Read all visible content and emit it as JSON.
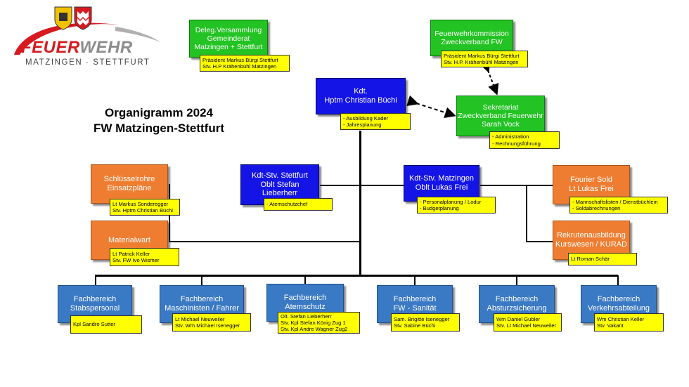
{
  "logo": {
    "brand": "FEUERWEHR",
    "brand_a": "FEUER",
    "brand_b": "WEHR",
    "sub": "MATZINGEN · STETTFURT"
  },
  "title": {
    "line1": "Organigramm 2024",
    "line2": "FW Matzingen-Stettfurt"
  },
  "deleg": {
    "lines": [
      "Deleg.Versammlung",
      "Gemeinderat",
      "Matzingen + Stettfurt"
    ],
    "notes": [
      "Präsident Markus Bürgi Stettfurt",
      "Stv. H.P Krähenbühl Matzingen"
    ]
  },
  "kommission": {
    "lines": [
      "Feuerwehrkommission",
      "Zweckverband FW"
    ],
    "notes": [
      "Präsident Markus Bürgi Stettfurt",
      "Stv. H.P. Krähenbühl Matzingen"
    ]
  },
  "kdt": {
    "lines": [
      "Kdt.",
      "Hptm Christian Büchi"
    ],
    "notes": [
      "- Ausbildung Kader",
      "- Jahresplanung"
    ]
  },
  "sekretariat": {
    "lines": [
      "Sekretariat",
      "Zweckverband Feuerwehr",
      "Sarah Vock"
    ],
    "notes": [
      "- Administration",
      "- Rechnungsführung"
    ]
  },
  "stv_stettfurt": {
    "lines": [
      "Kdt-Stv. Stettfurt",
      "Oblt Stefan",
      "Lieberherr"
    ],
    "notes": [
      "- Atemschutzchef"
    ]
  },
  "stv_matzingen": {
    "lines": [
      "Kdt-Stv. Matzingen",
      "Oblt Lukas Frei"
    ],
    "notes": [
      "- Personalplanung / Lodur",
      "- Budgetplanung"
    ]
  },
  "schluessel": {
    "lines": [
      "Schlüsselrohre",
      "Einsatzpläne"
    ],
    "notes": [
      "Lt Markus Sonderegger",
      "Stv. Hptm Christian Büchi"
    ]
  },
  "material": {
    "lines": [
      "Materialwart"
    ],
    "notes": [
      "Lt Patrick Keller",
      "Stv. FW Ivo Wismer"
    ]
  },
  "fourier": {
    "lines": [
      "Fourier Sold",
      "Lt Lukas Frei"
    ],
    "notes": [
      "- Mannschaftslisten / Dienstbüchlein",
      "- Soldabrechnungen"
    ]
  },
  "rekruten": {
    "lines": [
      "Rekrutenausbildung",
      "Kurswesen / KURAD"
    ],
    "notes": [
      "Lt Roman Schär"
    ]
  },
  "fachbereiche": [
    {
      "lines": [
        "Fachbereich",
        "Stabspersonal"
      ],
      "notes": [
        "Kpl Sandro Sutter"
      ]
    },
    {
      "lines": [
        "Fachbereich",
        "Maschinisten / Fahrer"
      ],
      "notes": [
        "Lt Michael Neuweiler",
        "Stv. Wm Michael Isenegger"
      ]
    },
    {
      "lines": [
        "Fachbereich",
        "Atemschutz"
      ],
      "notes": [
        "Olt. Stefan Lieberherr",
        "Stv. Kpl Stefan König   Zug 1",
        "Stv. Kpl Andre Wagner Zug2"
      ]
    },
    {
      "lines": [
        "Fachbereich",
        "FW - Sanität"
      ],
      "notes": [
        "Sam. Brigitte Isenegger",
        "Stv. Sabine Büchi"
      ]
    },
    {
      "lines": [
        "Fachbereich",
        "Absturzsicherung"
      ],
      "notes": [
        "Wm Daniel Gubler",
        "Stv. Lt Michael Neuweiler"
      ]
    },
    {
      "lines": [
        "Fachbereich",
        "Verkehrsabteilung"
      ],
      "notes": [
        "Wm Christian Keller",
        "Stv. Vakant"
      ]
    }
  ],
  "colors": {
    "green": "#22c322",
    "blue": "#1414e6",
    "orange": "#ef7d31",
    "fachbereich": "#3a79c4",
    "note": "#ffff00",
    "logo_red": "#d71920"
  }
}
